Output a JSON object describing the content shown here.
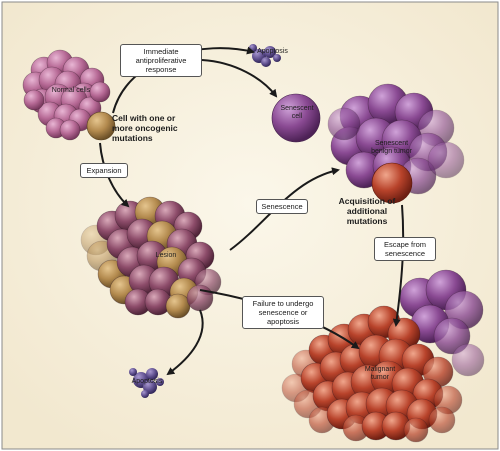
{
  "colors": {
    "background": "#f6efdc",
    "normal_cells": "#b76a96",
    "mutated_cell": "#b38a4e",
    "senescent_cells": "#8a4a93",
    "malignant_cells": "#b8432b",
    "apoptotic_cells": "#5f4f8e",
    "arrows": "#1a1a1a"
  },
  "labels": {
    "normal_cells": "Normal cells",
    "mutated_cell": "Cell with one or more oncogenic mutations",
    "apoptosis_top": "Apoptosis",
    "senescent_cell": "Senescent cell",
    "senescent_tumor": "Senescent benign tumor",
    "additional_mutations": "Acquisition of additional mutations",
    "lesion": "Lesion",
    "apoptosis_bottom": "Apoptosis",
    "malignant_tumor": "Malignant tumor"
  },
  "boxes": {
    "immediate_response": "Immediate antiproliferative response",
    "expansion": "Expansion",
    "senescence": "Senescence",
    "escape": "Escape from senescence",
    "failure": "Failure to undergo senescence or apoptosis"
  }
}
